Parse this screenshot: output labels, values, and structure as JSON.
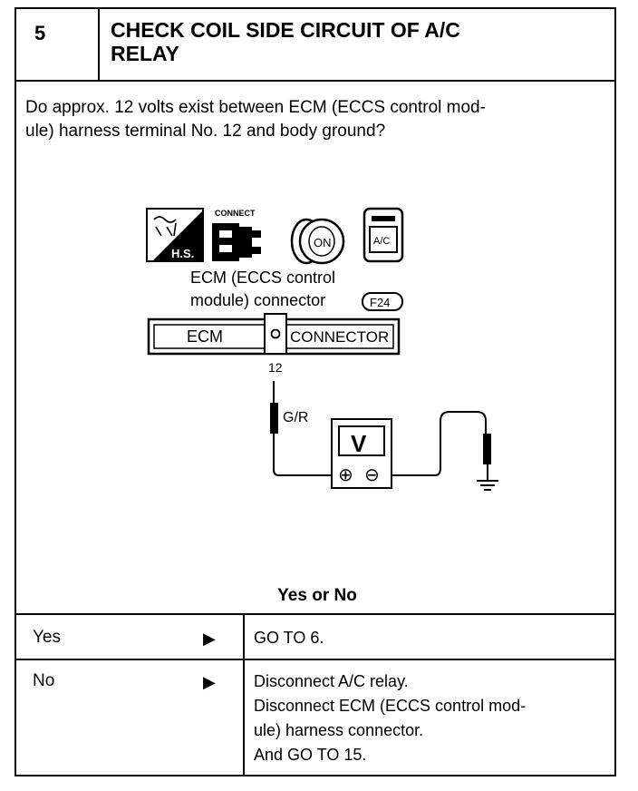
{
  "step": {
    "number": "5",
    "title_line1": "CHECK COIL SIDE CIRCUIT OF A/C",
    "title_line2": "RELAY"
  },
  "question": {
    "line1": "Do approx. 12 volts exist between ECM (ECCS control mod-",
    "line2": "ule) harness terminal No. 12 and body ground?"
  },
  "diagram": {
    "icons": [
      "harness-sensor-icon",
      "connect-icon",
      "ignition-on-icon",
      "ac-switch-icon"
    ],
    "hs_label": "H.S.",
    "connect_label": "CONNECT",
    "on_label": "ON",
    "ac_label": "A/C",
    "caption_line1": "ECM (ECCS control",
    "caption_line2": "module) connector",
    "connector_code": "F24",
    "ecm_label": "ECM",
    "connector_label": "CONNECTOR",
    "terminal": "12",
    "wire_color": "G/R",
    "meter_label": "V",
    "plus_symbol": "⊕",
    "minus_symbol": "⊖"
  },
  "decision": {
    "heading": "Yes or No",
    "yes": {
      "label": "Yes",
      "arrow": "▶",
      "action": "GO TO 6."
    },
    "no": {
      "label": "No",
      "arrow": "▶",
      "actions": [
        "Disconnect A/C relay.",
        "Disconnect ECM (ECCS control mod-",
        "ule) harness connector.",
        "And GO TO 15."
      ]
    }
  }
}
